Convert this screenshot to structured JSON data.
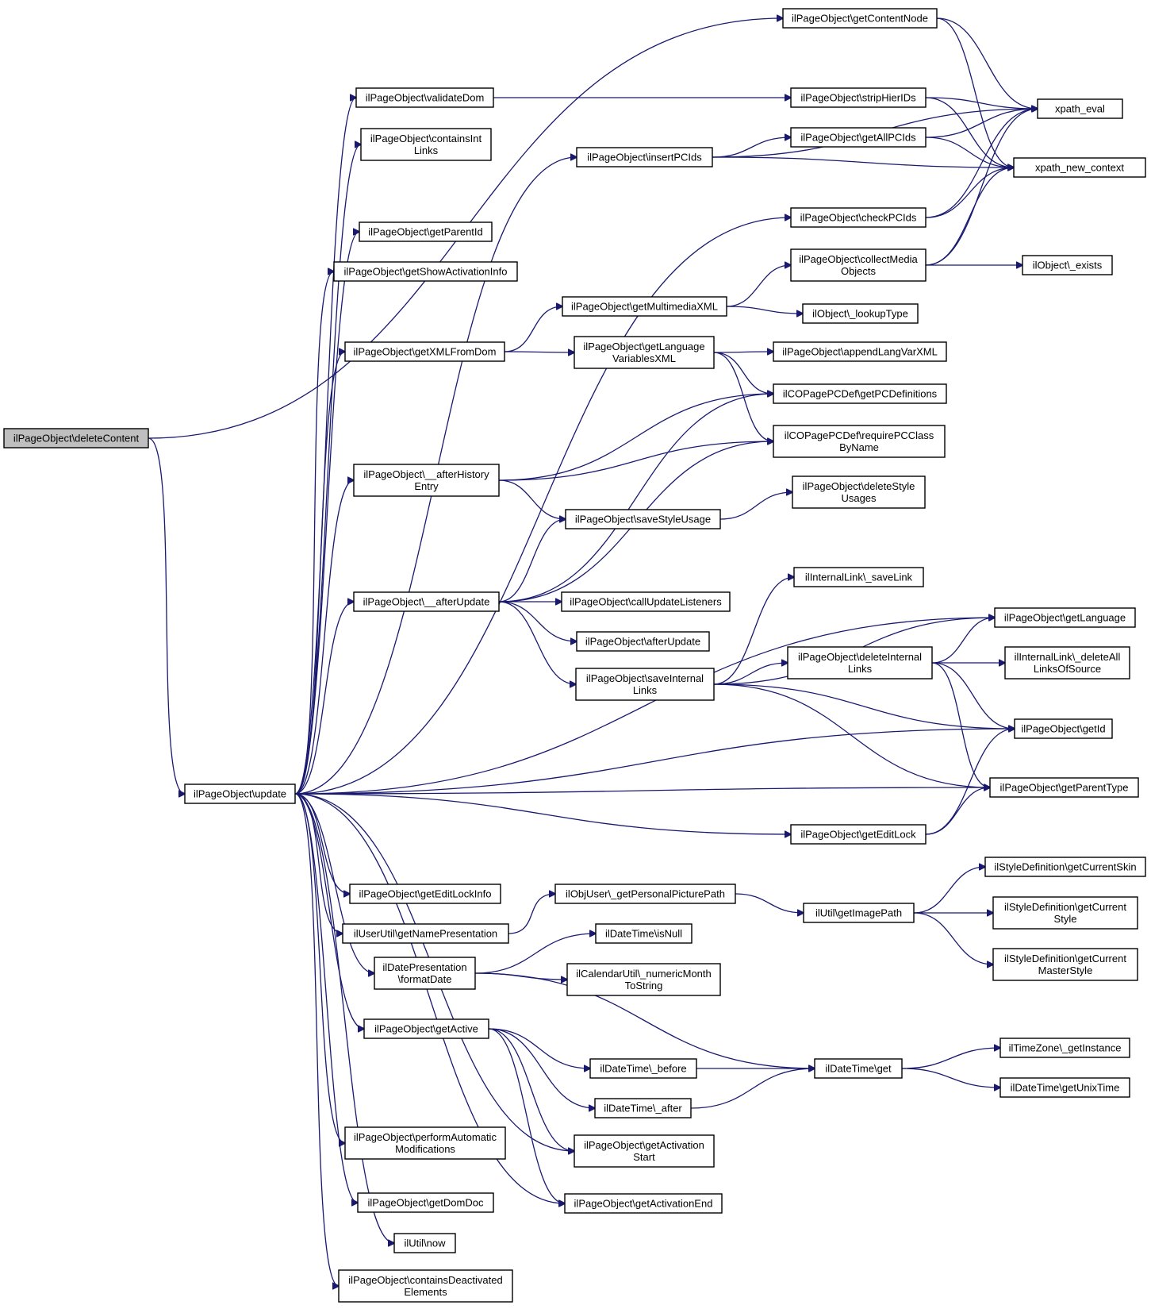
{
  "graph": {
    "root": "deleteContent",
    "edge_color": "#191970",
    "root_fill": "#bfbfbf",
    "nodes": [
      {
        "id": "deleteContent",
        "lines": [
          "ilPageObject\\deleteContent"
        ]
      },
      {
        "id": "update",
        "lines": [
          "ilPageObject\\update"
        ]
      },
      {
        "id": "getContentNode",
        "lines": [
          "ilPageObject\\getContentNode"
        ]
      },
      {
        "id": "validateDom",
        "lines": [
          "ilPageObject\\validateDom"
        ]
      },
      {
        "id": "containsIntLinks",
        "lines": [
          "ilPageObject\\containsInt",
          "Links"
        ]
      },
      {
        "id": "insertPCIds",
        "lines": [
          "ilPageObject\\insertPCIds"
        ]
      },
      {
        "id": "getParentId",
        "lines": [
          "ilPageObject\\getParentId"
        ]
      },
      {
        "id": "getShowActivationInfo",
        "lines": [
          "ilPageObject\\getShowActivationInfo"
        ]
      },
      {
        "id": "getXMLFromDom",
        "lines": [
          "ilPageObject\\getXMLFromDom"
        ]
      },
      {
        "id": "afterHistoryEntry",
        "lines": [
          "ilPageObject\\__afterHistory",
          "Entry"
        ]
      },
      {
        "id": "afterUpdatePriv",
        "lines": [
          "ilPageObject\\__afterUpdate"
        ]
      },
      {
        "id": "getEditLockInfo",
        "lines": [
          "ilPageObject\\getEditLockInfo"
        ]
      },
      {
        "id": "getNamePresentation",
        "lines": [
          "ilUserUtil\\getNamePresentation"
        ]
      },
      {
        "id": "formatDate",
        "lines": [
          "ilDatePresentation",
          "\\formatDate"
        ]
      },
      {
        "id": "getActive",
        "lines": [
          "ilPageObject\\getActive"
        ]
      },
      {
        "id": "performAutomaticModifications",
        "lines": [
          "ilPageObject\\performAutomatic",
          "Modifications"
        ]
      },
      {
        "id": "getDomDoc",
        "lines": [
          "ilPageObject\\getDomDoc"
        ]
      },
      {
        "id": "ilUtilNow",
        "lines": [
          "ilUtil\\now"
        ]
      },
      {
        "id": "containsDeactivatedElements",
        "lines": [
          "ilPageObject\\containsDeactivated",
          "Elements"
        ]
      },
      {
        "id": "getMultimediaXML",
        "lines": [
          "ilPageObject\\getMultimediaXML"
        ]
      },
      {
        "id": "getLanguageVariablesXML",
        "lines": [
          "ilPageObject\\getLanguage",
          "VariablesXML"
        ]
      },
      {
        "id": "saveStyleUsage",
        "lines": [
          "ilPageObject\\saveStyleUsage"
        ]
      },
      {
        "id": "callUpdateListeners",
        "lines": [
          "ilPageObject\\callUpdateListeners"
        ]
      },
      {
        "id": "afterUpdate",
        "lines": [
          "ilPageObject\\afterUpdate"
        ]
      },
      {
        "id": "saveInternalLinks",
        "lines": [
          "ilPageObject\\saveInternal",
          "Links"
        ]
      },
      {
        "id": "getPersonalPicturePath",
        "lines": [
          "ilObjUser\\_getPersonalPicturePath"
        ]
      },
      {
        "id": "isNull",
        "lines": [
          "ilDateTime\\isNull"
        ]
      },
      {
        "id": "numericMonthToString",
        "lines": [
          "ilCalendarUtil\\_numericMonth",
          "ToString"
        ]
      },
      {
        "id": "before",
        "lines": [
          "ilDateTime\\_before"
        ]
      },
      {
        "id": "after",
        "lines": [
          "ilDateTime\\_after"
        ]
      },
      {
        "id": "getActivationStart",
        "lines": [
          "ilPageObject\\getActivation",
          "Start"
        ]
      },
      {
        "id": "getActivationEnd",
        "lines": [
          "ilPageObject\\getActivationEnd"
        ]
      },
      {
        "id": "stripHierIDs",
        "lines": [
          "ilPageObject\\stripHierIDs"
        ]
      },
      {
        "id": "getAllPCIds",
        "lines": [
          "ilPageObject\\getAllPCIds"
        ]
      },
      {
        "id": "checkPCIds",
        "lines": [
          "ilPageObject\\checkPCIds"
        ]
      },
      {
        "id": "collectMediaObjects",
        "lines": [
          "ilPageObject\\collectMedia",
          "Objects"
        ]
      },
      {
        "id": "lookupType",
        "lines": [
          "ilObject\\_lookupType"
        ]
      },
      {
        "id": "appendLangVarXML",
        "lines": [
          "ilPageObject\\appendLangVarXML"
        ]
      },
      {
        "id": "getPCDefinitions",
        "lines": [
          "ilCOPagePCDef\\getPCDefinitions"
        ]
      },
      {
        "id": "requirePCClassByName",
        "lines": [
          "ilCOPagePCDef\\requirePCClass",
          "ByName"
        ]
      },
      {
        "id": "deleteStyleUsages",
        "lines": [
          "ilPageObject\\deleteStyle",
          "Usages"
        ]
      },
      {
        "id": "saveLink",
        "lines": [
          "ilInternalLink\\_saveLink"
        ]
      },
      {
        "id": "deleteInternalLinks",
        "lines": [
          "ilPageObject\\deleteInternal",
          "Links"
        ]
      },
      {
        "id": "getEditLock",
        "lines": [
          "ilPageObject\\getEditLock"
        ]
      },
      {
        "id": "getImagePath",
        "lines": [
          "ilUtil\\getImagePath"
        ]
      },
      {
        "id": "dateTimeGet",
        "lines": [
          "ilDateTime\\get"
        ]
      },
      {
        "id": "xpathEval",
        "lines": [
          "xpath_eval"
        ]
      },
      {
        "id": "xpathNewContext",
        "lines": [
          "xpath_new_context"
        ]
      },
      {
        "id": "objectExists",
        "lines": [
          "ilObject\\_exists"
        ]
      },
      {
        "id": "getLanguage",
        "lines": [
          "ilPageObject\\getLanguage"
        ]
      },
      {
        "id": "deleteAllLinksOfSource",
        "lines": [
          "ilInternalLink\\_deleteAll",
          "LinksOfSource"
        ]
      },
      {
        "id": "getId",
        "lines": [
          "ilPageObject\\getId"
        ]
      },
      {
        "id": "getParentType",
        "lines": [
          "ilPageObject\\getParentType"
        ]
      },
      {
        "id": "getCurrentSkin",
        "lines": [
          "ilStyleDefinition\\getCurrentSkin"
        ]
      },
      {
        "id": "getCurrentStyle",
        "lines": [
          "ilStyleDefinition\\getCurrent",
          "Style"
        ]
      },
      {
        "id": "getCurrentMasterStyle",
        "lines": [
          "ilStyleDefinition\\getCurrent",
          "MasterStyle"
        ]
      },
      {
        "id": "getInstance",
        "lines": [
          "ilTimeZone\\_getInstance"
        ]
      },
      {
        "id": "getUnixTime",
        "lines": [
          "ilDateTime\\getUnixTime"
        ]
      }
    ],
    "edges": [
      [
        "deleteContent",
        "getContentNode"
      ],
      [
        "deleteContent",
        "update"
      ],
      [
        "update",
        "validateDom"
      ],
      [
        "update",
        "containsIntLinks"
      ],
      [
        "update",
        "insertPCIds"
      ],
      [
        "update",
        "getParentId"
      ],
      [
        "update",
        "getShowActivationInfo"
      ],
      [
        "update",
        "checkPCIds"
      ],
      [
        "update",
        "getXMLFromDom"
      ],
      [
        "update",
        "afterHistoryEntry"
      ],
      [
        "update",
        "afterUpdatePriv"
      ],
      [
        "update",
        "getLanguage"
      ],
      [
        "update",
        "getId"
      ],
      [
        "update",
        "getEditLock"
      ],
      [
        "update",
        "getParentType"
      ],
      [
        "update",
        "getEditLockInfo"
      ],
      [
        "update",
        "getNamePresentation"
      ],
      [
        "update",
        "formatDate"
      ],
      [
        "update",
        "getActive"
      ],
      [
        "update",
        "getActivationStart"
      ],
      [
        "update",
        "getActivationEnd"
      ],
      [
        "update",
        "performAutomaticModifications"
      ],
      [
        "update",
        "getDomDoc"
      ],
      [
        "update",
        "ilUtilNow"
      ],
      [
        "update",
        "containsDeactivatedElements"
      ],
      [
        "getContentNode",
        "xpathEval"
      ],
      [
        "getContentNode",
        "xpathNewContext"
      ],
      [
        "validateDom",
        "stripHierIDs"
      ],
      [
        "stripHierIDs",
        "xpathEval"
      ],
      [
        "stripHierIDs",
        "xpathNewContext"
      ],
      [
        "insertPCIds",
        "xpathEval"
      ],
      [
        "insertPCIds",
        "getAllPCIds"
      ],
      [
        "insertPCIds",
        "xpathNewContext"
      ],
      [
        "getAllPCIds",
        "xpathEval"
      ],
      [
        "getAllPCIds",
        "xpathNewContext"
      ],
      [
        "checkPCIds",
        "xpathEval"
      ],
      [
        "checkPCIds",
        "xpathNewContext"
      ],
      [
        "getXMLFromDom",
        "getMultimediaXML"
      ],
      [
        "getXMLFromDom",
        "getLanguageVariablesXML"
      ],
      [
        "getMultimediaXML",
        "collectMediaObjects"
      ],
      [
        "getMultimediaXML",
        "lookupType"
      ],
      [
        "collectMediaObjects",
        "xpathEval"
      ],
      [
        "collectMediaObjects",
        "xpathNewContext"
      ],
      [
        "collectMediaObjects",
        "objectExists"
      ],
      [
        "getLanguageVariablesXML",
        "appendLangVarXML"
      ],
      [
        "getLanguageVariablesXML",
        "getPCDefinitions"
      ],
      [
        "getLanguageVariablesXML",
        "requirePCClassByName"
      ],
      [
        "afterHistoryEntry",
        "getPCDefinitions"
      ],
      [
        "afterHistoryEntry",
        "requirePCClassByName"
      ],
      [
        "afterHistoryEntry",
        "saveStyleUsage"
      ],
      [
        "afterUpdatePriv",
        "getPCDefinitions"
      ],
      [
        "afterUpdatePriv",
        "saveStyleUsage"
      ],
      [
        "afterUpdatePriv",
        "requirePCClassByName"
      ],
      [
        "afterUpdatePriv",
        "callUpdateListeners"
      ],
      [
        "afterUpdatePriv",
        "afterUpdate"
      ],
      [
        "afterUpdatePriv",
        "saveInternalLinks"
      ],
      [
        "saveStyleUsage",
        "deleteStyleUsages"
      ],
      [
        "saveInternalLinks",
        "getLanguage"
      ],
      [
        "saveInternalLinks",
        "saveLink"
      ],
      [
        "saveInternalLinks",
        "deleteInternalLinks"
      ],
      [
        "saveInternalLinks",
        "getId"
      ],
      [
        "saveInternalLinks",
        "getParentType"
      ],
      [
        "deleteInternalLinks",
        "getLanguage"
      ],
      [
        "deleteInternalLinks",
        "deleteAllLinksOfSource"
      ],
      [
        "deleteInternalLinks",
        "getId"
      ],
      [
        "deleteInternalLinks",
        "getParentType"
      ],
      [
        "getEditLock",
        "getId"
      ],
      [
        "getEditLock",
        "getParentType"
      ],
      [
        "getNamePresentation",
        "getPersonalPicturePath"
      ],
      [
        "getPersonalPicturePath",
        "getImagePath"
      ],
      [
        "getImagePath",
        "getCurrentSkin"
      ],
      [
        "getImagePath",
        "getCurrentStyle"
      ],
      [
        "getImagePath",
        "getCurrentMasterStyle"
      ],
      [
        "formatDate",
        "isNull"
      ],
      [
        "formatDate",
        "numericMonthToString"
      ],
      [
        "formatDate",
        "dateTimeGet"
      ],
      [
        "getActive",
        "before"
      ],
      [
        "getActive",
        "after"
      ],
      [
        "getActive",
        "getActivationStart"
      ],
      [
        "getActive",
        "getActivationEnd"
      ],
      [
        "before",
        "dateTimeGet"
      ],
      [
        "after",
        "dateTimeGet"
      ],
      [
        "dateTimeGet",
        "getInstance"
      ],
      [
        "dateTimeGet",
        "getUnixTime"
      ]
    ]
  }
}
